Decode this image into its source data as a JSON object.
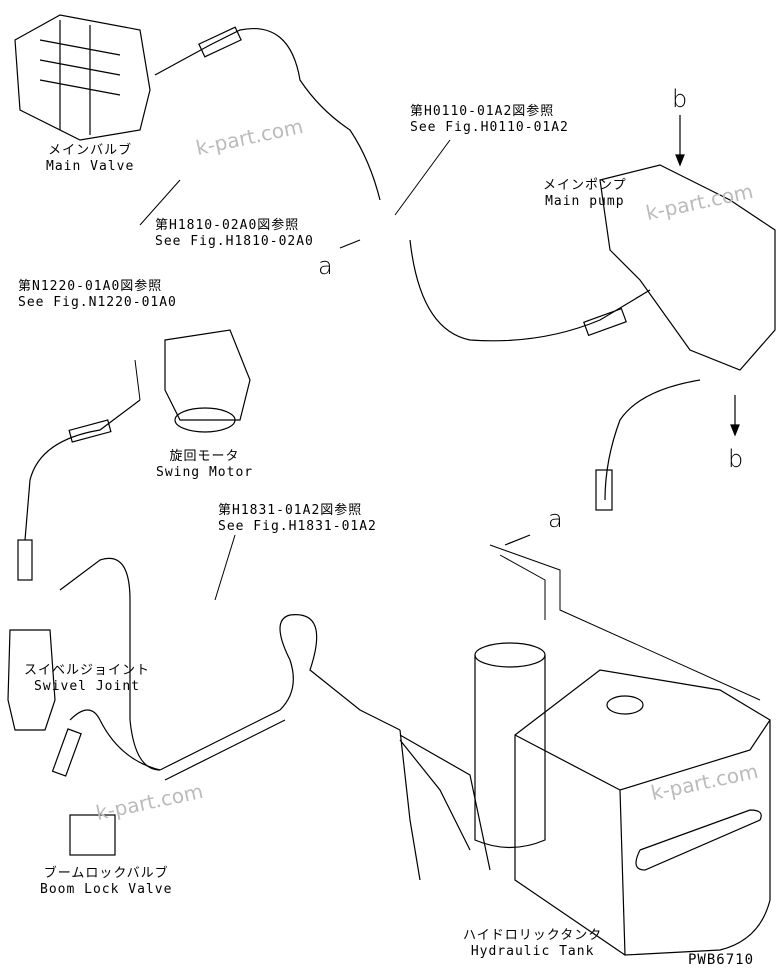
{
  "labels": {
    "main_valve": {
      "jp": "メインバルブ",
      "en": "Main Valve"
    },
    "ref_h1810": {
      "jp": "第H1810-02A0図参照",
      "en": "See Fig.H1810-02A0"
    },
    "ref_h0110": {
      "jp": "第H0110-01A2図参照",
      "en": "See Fig.H0110-01A2"
    },
    "main_pump": {
      "jp": "メインポンプ",
      "en": "Main pump"
    },
    "ref_n1220": {
      "jp": "第N1220-01A0図参照",
      "en": "See Fig.N1220-01A0"
    },
    "swing_motor": {
      "jp": "旋回モータ",
      "en": "Swing Motor"
    },
    "ref_h1831": {
      "jp": "第H1831-01A2図参照",
      "en": "See Fig.H1831-01A2"
    },
    "swivel_joint": {
      "jp": "スイベルジョイント",
      "en": "Swivel Joint"
    },
    "boom_lock_valve": {
      "jp": "ブームロックバルブ",
      "en": "Boom Lock Valve"
    },
    "hydraulic_tank": {
      "jp": "ハイドロリックタンク",
      "en": "Hydraulic Tank"
    }
  },
  "connection_marks": {
    "a1": "a",
    "b1": "b",
    "b2": "b",
    "a2": "a"
  },
  "drawing_code": "PWB6710",
  "watermark": "k-part.com"
}
